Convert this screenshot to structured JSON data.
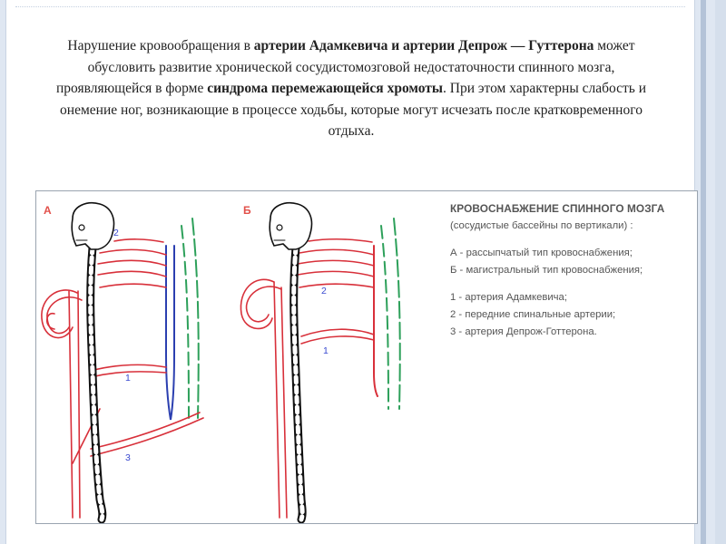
{
  "paragraph": {
    "s1": "Нарушение кровообращения в ",
    "b1": "артерии Адамкевича и артерии  Депрож — Гуттерона",
    "s2": " может обусловить развитие хронической сосудистомозговой недостаточности спинного мозга, проявляющейся в форме ",
    "b2": "синдрома перемежающейся хромоты",
    "s3": ". При этом характерны слабость и онемение ног, возникающие в процессе ходьбы, которые могут исчезать после кратковременного отдыха."
  },
  "figure": {
    "panel_a_label": "А",
    "panel_b_label": "Б",
    "numbers": {
      "one": "1",
      "two": "2",
      "three": "3"
    },
    "legend": {
      "title": "КРОВОСНАБЖЕНИЕ СПИННОГО МОЗГА",
      "subtitle": "(сосудистые бассейны по вертикали) :",
      "type_a": "А - рассыпчатый тип кровоснабжения;",
      "type_b": "Б - магистральный тип кровоснабжения;",
      "item1": "1 - артерия Адамкевича;",
      "item2": "2 - передние спинальные артерии;",
      "item3": "3 - артерия Депрож-Готтерона."
    },
    "colors": {
      "artery": "#d8303a",
      "cord": "#2b3fb0",
      "outline": "#2da05a",
      "bone": "#111111"
    }
  }
}
